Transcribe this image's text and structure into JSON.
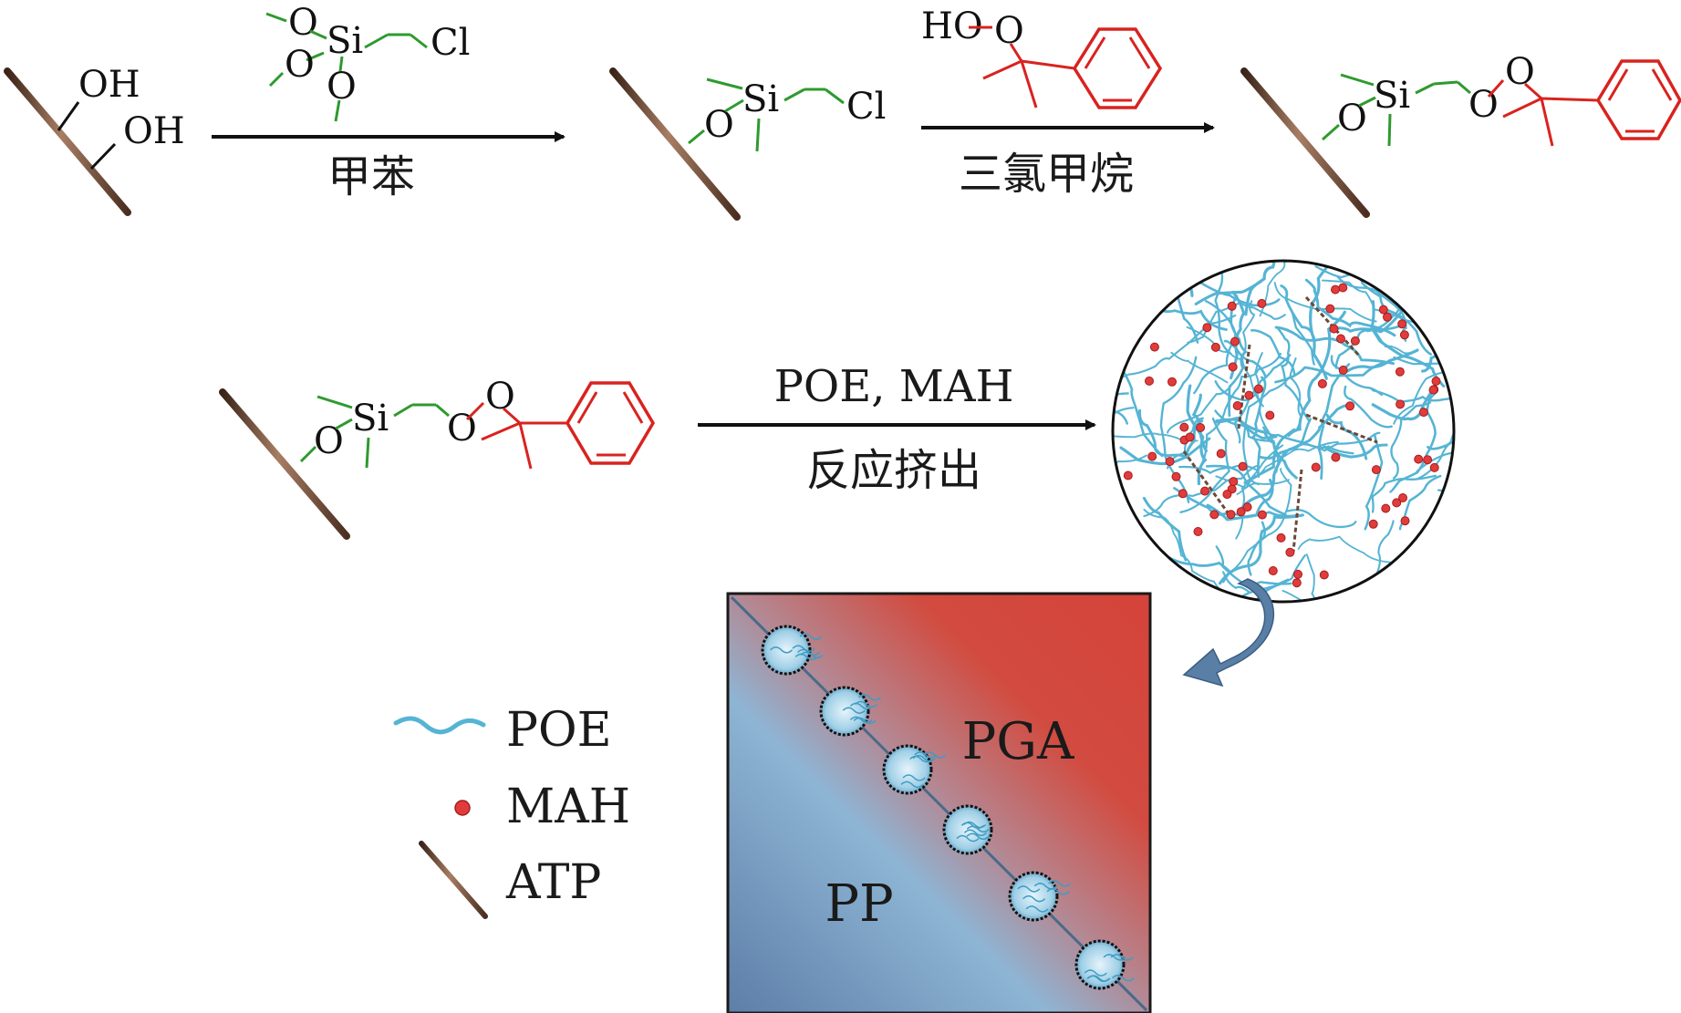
{
  "labels": {
    "oh1": "OH",
    "oh2": "OH",
    "o": "O",
    "si": "Si",
    "cl": "Cl",
    "ho": "HO",
    "step1_solvent": "甲苯",
    "step2_solvent": "三氯甲烷",
    "step3_reagents": "POE, MAH",
    "step3_process": "反应挤出",
    "phase_pga": "PGA",
    "phase_pp": "PP"
  },
  "legend": [
    {
      "icon": "poe-chain-icon",
      "label": "POE"
    },
    {
      "icon": "mah-dot-icon",
      "label": "MAH"
    },
    {
      "icon": "atp-rod-icon",
      "label": "ATP"
    }
  ],
  "colors": {
    "rod": "#6b4a3a",
    "silane": "#2e9a2e",
    "peroxide": "#d8231f",
    "poe": "#55b4d4",
    "mah": "#e23b3b",
    "pga": "#d7453c",
    "pp": "#7aa3c6",
    "curve_arrow": "#5a7fa6"
  }
}
